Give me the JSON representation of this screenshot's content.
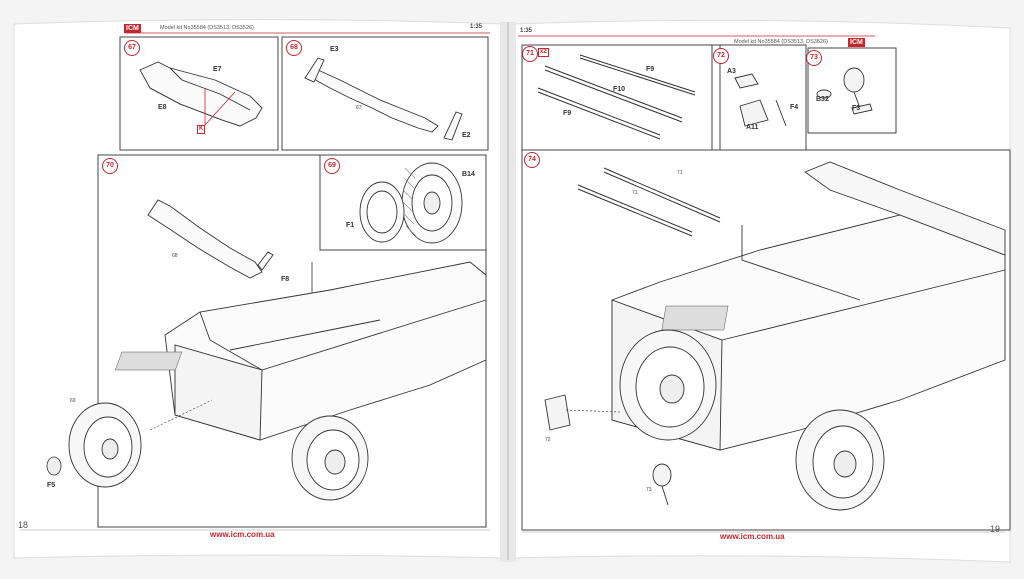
{
  "left_page": {
    "logo": "ICM",
    "header": "Model kit No35584 (DS3513, DS3526)",
    "scale": "1:35",
    "page_number": "18",
    "url": "www.icm.com.ua",
    "steps": {
      "s67": {
        "number": "67",
        "parts": [
          "E7",
          "E8",
          "K"
        ]
      },
      "s68": {
        "number": "68",
        "parts": [
          "E3",
          "E2"
        ],
        "refs": [
          "67"
        ]
      },
      "s70": {
        "number": "70",
        "parts": [
          "F8",
          "F5"
        ],
        "refs": [
          "68",
          "69"
        ]
      },
      "s69": {
        "number": "69",
        "parts": [
          "B14",
          "F1"
        ]
      }
    }
  },
  "right_page": {
    "logo": "ICM",
    "header": "Model kit No35584 (DS3513, DS3526)",
    "scale": "1:35",
    "page_number": "19",
    "url": "www.icm.com.ua",
    "steps": {
      "s71": {
        "number": "71",
        "tag": "x2",
        "parts": [
          "F9",
          "F10",
          "F9"
        ]
      },
      "s72": {
        "number": "72",
        "parts": [
          "A3",
          "F4",
          "A11"
        ]
      },
      "s73": {
        "number": "73",
        "parts": [
          "B32",
          "F3"
        ]
      },
      "s74": {
        "number": "74",
        "refs": [
          "71",
          "71",
          "72",
          "73"
        ]
      }
    }
  },
  "colors": {
    "accent": "#c6262e",
    "line": "#333333",
    "paper": "#ffffff"
  }
}
